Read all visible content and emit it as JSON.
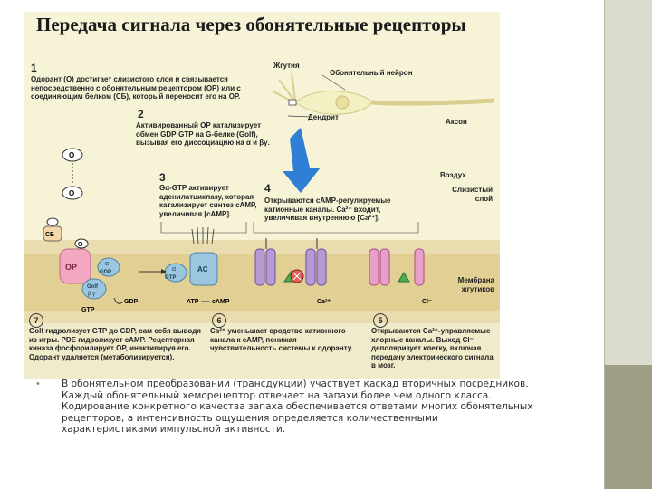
{
  "title": "Передача сигнала через обонятельные рецепторы",
  "labels": {
    "flagella": "Жгутия",
    "neuron": "Обонятельный нейрон",
    "dendrite": "Дендрит",
    "axon": "Аксон",
    "air": "Воздух",
    "mucus": "Слизистый слой",
    "membrane": "Мембрана жгутиков"
  },
  "steps": {
    "s1": {
      "num": "1",
      "text": "Одорант (О) достигает слизистого слоя и связывается непосредственно с обонятельным рецептором (ОР) или с соединяющим белком (СБ), который переносит его на ОР."
    },
    "s2": {
      "num": "2",
      "text": "Активированный ОР катализирует обмен GDP·GTP на G-белке (Golf), вызывая его диссоциацию на α и βγ."
    },
    "s3": {
      "num": "3",
      "text": "Gα-GTP активирует аденилатциклазу, которая катализирует синтез cAMP, увеличивая [cAMP]."
    },
    "s4": {
      "num": "4",
      "text": "Открываются cAMP-регулируемые катионные каналы. Ca²⁺ входит, увеличивая внутреннюю [Ca²⁺]."
    },
    "s5": {
      "num": "5",
      "text": "Открываются Ca²⁺-управляемые хлорные каналы. Выход Cl⁻ деполяризует клетку, включая передачу электрического сигнала в мозг."
    },
    "s6": {
      "num": "6",
      "text": "Ca²⁺ уменьшает сродство катионного канала к cAMP, понижая чувствительность системы к одоранту."
    },
    "s7": {
      "num": "7",
      "text": "Golf гидролизует GTP до GDP, сам себя выводя из игры. PDE гидролизует cAMP. Рецепторная киназа фосфорилирует ОР, инактивируя его. Одорант удаляется (метаболизируется)."
    }
  },
  "molecules": {
    "o": "О",
    "sb": "СБ",
    "or": "ОР",
    "ac": "AC",
    "alpha": "α",
    "gdp": "GDP",
    "gtp": "GTP",
    "golf": "Golf",
    "bg": "β γ",
    "atp": "ATP",
    "camp": "cAMP",
    "ca": "Ca²⁺",
    "cl": "Cl⁻"
  },
  "bullet": "В обонятельном преобразовании (трансдукции) участвует каскад вторичных посредников. Каждый обонятельный хеморецептор отвечает на запахи более чем одного класса. Кодирование конкретного качества запаха обеспечивается ответами многих обонятельных рецепторов, а интенсивность ощущения определяется количественными характеристиками импульсной активности.",
  "colors": {
    "background": "#f6f3d7",
    "membrane": "#e2cf93",
    "receptor": "#f2a8c0",
    "gprotein": "#9cc6df",
    "channel": "#b69ad6",
    "arrow": "#2f7fd6",
    "neuron": "#f3f0c4",
    "rail": "#dcdcce",
    "rail_dark": "#9e9e84"
  }
}
